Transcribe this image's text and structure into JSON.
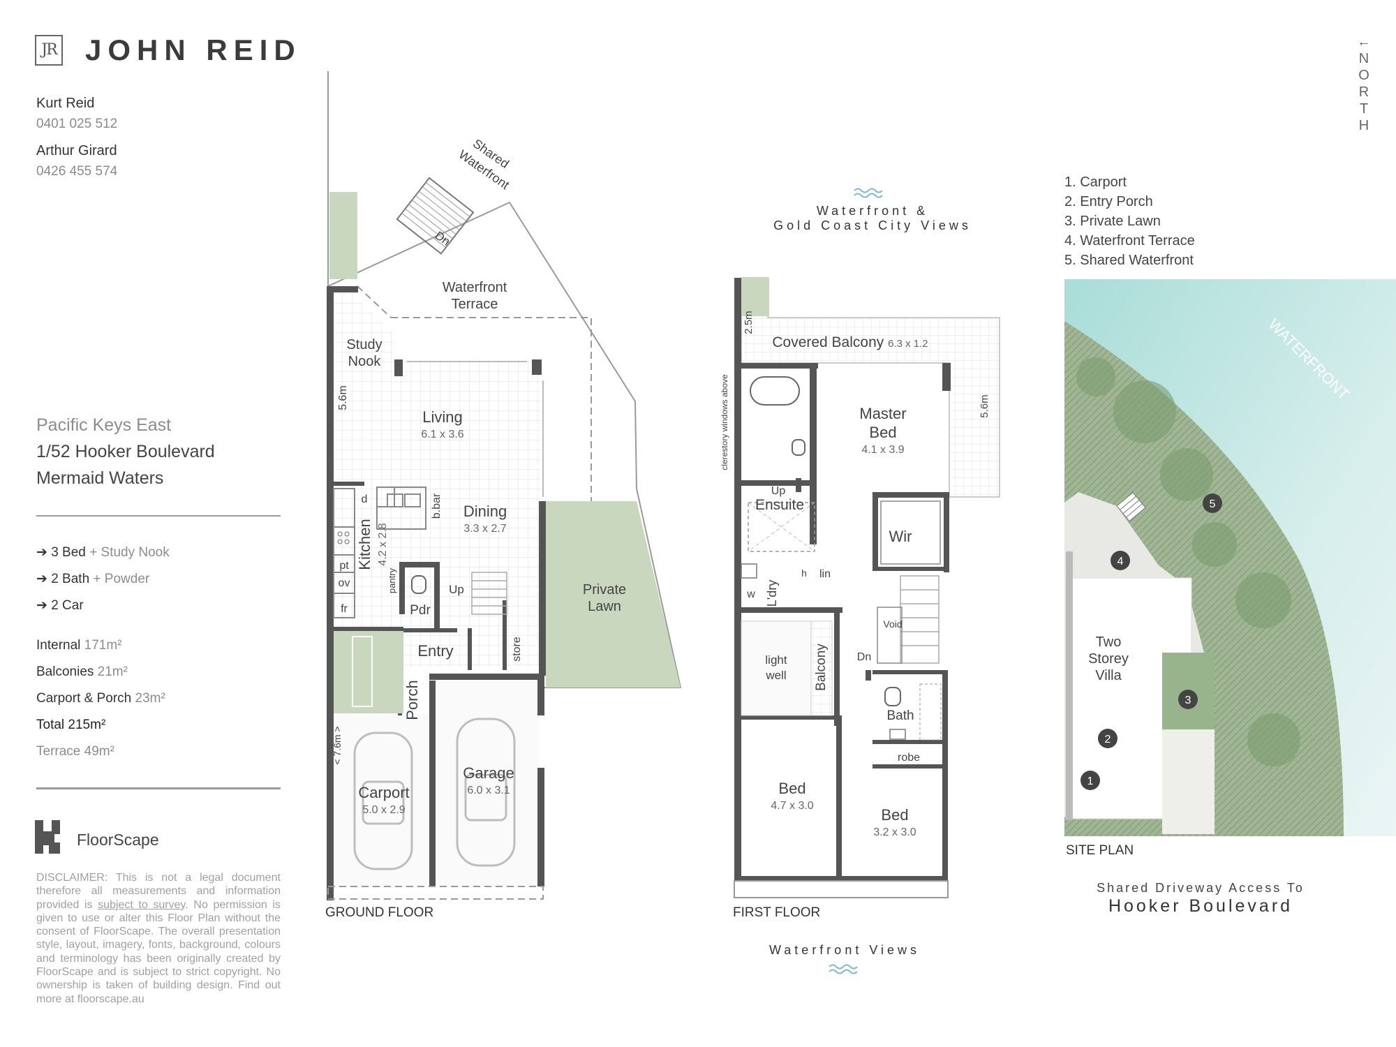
{
  "brand": {
    "mark": "JR",
    "name": "JOHN REID"
  },
  "agents": [
    {
      "name": "Kurt Reid",
      "phone": "0401 025 512"
    },
    {
      "name": "Arthur Girard",
      "phone": "0426 455 574"
    }
  ],
  "property": {
    "estate": "Pacific Keys East",
    "street": "1/52 Hooker Boulevard",
    "suburb": "Mermaid Waters"
  },
  "features": [
    {
      "main": "3 Bed",
      "extra": "+ Study Nook"
    },
    {
      "main": "2 Bath",
      "extra": "+ Powder"
    },
    {
      "main": "2 Car",
      "extra": ""
    }
  ],
  "areas": [
    {
      "label": "Internal",
      "value": "171m²",
      "style": "normal"
    },
    {
      "label": "Balconies",
      "value": "21m²",
      "style": "normal"
    },
    {
      "label": "Carport & Porch",
      "value": "23m²",
      "style": "normal"
    },
    {
      "label": "Total",
      "value": "215m²",
      "style": "total"
    },
    {
      "label": "Terrace",
      "value": "49m²",
      "style": "muted"
    }
  ],
  "floorscape": {
    "name": "FloorScape",
    "disclaimer_start": "DISCLAIMER: This is not a legal document therefore all measurements and information provided is ",
    "disclaimer_link": "subject to survey",
    "disclaimer_end": ". No permission is given to use or alter this Floor Plan without the consent of FloorScape. The overall presentation style, layout, imagery, fonts, background, colours and terminology has been originally created by FloorScape and is subject to strict copyright. No ownership is taken of building design. Find out more at floorscape.au"
  },
  "ground_floor": {
    "label": "GROUND FLOOR",
    "rooms": {
      "shared_waterfront": [
        "Shared",
        "Waterfront"
      ],
      "dn": "Dn",
      "terrace": [
        "Waterfront",
        "Terrace"
      ],
      "study": [
        "Study",
        "Nook"
      ],
      "dim_56": "5.6m",
      "living": "Living",
      "living_dim": "6.1 x 3.6",
      "dining": "Dining",
      "dining_dim": "3.3 x 2.7",
      "kitchen": "Kitchen",
      "kitchen_dim": "4.2 x 2.8",
      "bbar": "b.bar",
      "d": "d",
      "pt": "pt",
      "ov": "ov",
      "fr": "fr",
      "pantry": "pantry",
      "pdr": "Pdr",
      "up": "Up",
      "entry": "Entry",
      "store": "store",
      "porch": "Porch",
      "carport": "Carport",
      "carport_dim": "5.0 x 2.9",
      "carport_len": "< 7.6m >",
      "garage": "Garage",
      "garage_dim": "6.0 x 3.1",
      "lawn": [
        "Private",
        "Lawn"
      ]
    }
  },
  "first_floor": {
    "label": "FIRST FLOOR",
    "view_top": [
      "Waterfront &",
      "Gold Coast City Views"
    ],
    "view_bottom": "Waterfront Views",
    "rooms": {
      "dim_25": "2.5m",
      "balcony": "Covered Balcony",
      "balcony_dim": "6.3 x 1.2",
      "dim_56": "5.6m",
      "clerestory": "clerestory windows above",
      "master": [
        "Master",
        "Bed"
      ],
      "master_dim": "4.1 x 3.9",
      "up": "Up",
      "ensuite": "Ensuite",
      "wir": "Wir",
      "h": "h",
      "lin": "lin",
      "w": "w",
      "ldry": "L'dry",
      "void": "Void",
      "lightwell": [
        "light",
        "well"
      ],
      "balcony2": "Balcony",
      "dn": "Dn",
      "bath": "Bath",
      "robe": "robe",
      "bed1": "Bed",
      "bed1_dim": "4.7 x 3.0",
      "bed2": "Bed",
      "bed2_dim": "3.2 x 3.0"
    }
  },
  "site_plan": {
    "label": "SITE PLAN",
    "legend": [
      "1. Carport",
      "2. Entry Porch",
      "3. Private Lawn",
      "4. Waterfront Terrace",
      "5. Shared Waterfront"
    ],
    "waterfront": "WATERFRONT",
    "villa": [
      "Two",
      "Storey",
      "Villa"
    ],
    "markers": [
      "1",
      "2",
      "3",
      "4",
      "5"
    ],
    "access_line1": "Shared Driveway Access To",
    "access_line2": "Hooker Boulevard"
  },
  "north": {
    "arrow": "←",
    "letters": [
      "N",
      "O",
      "R",
      "T",
      "H"
    ]
  },
  "colors": {
    "wall": "#555555",
    "lawn": "#c9d7bf",
    "water": "#8fd1cb",
    "text": "#333333"
  }
}
